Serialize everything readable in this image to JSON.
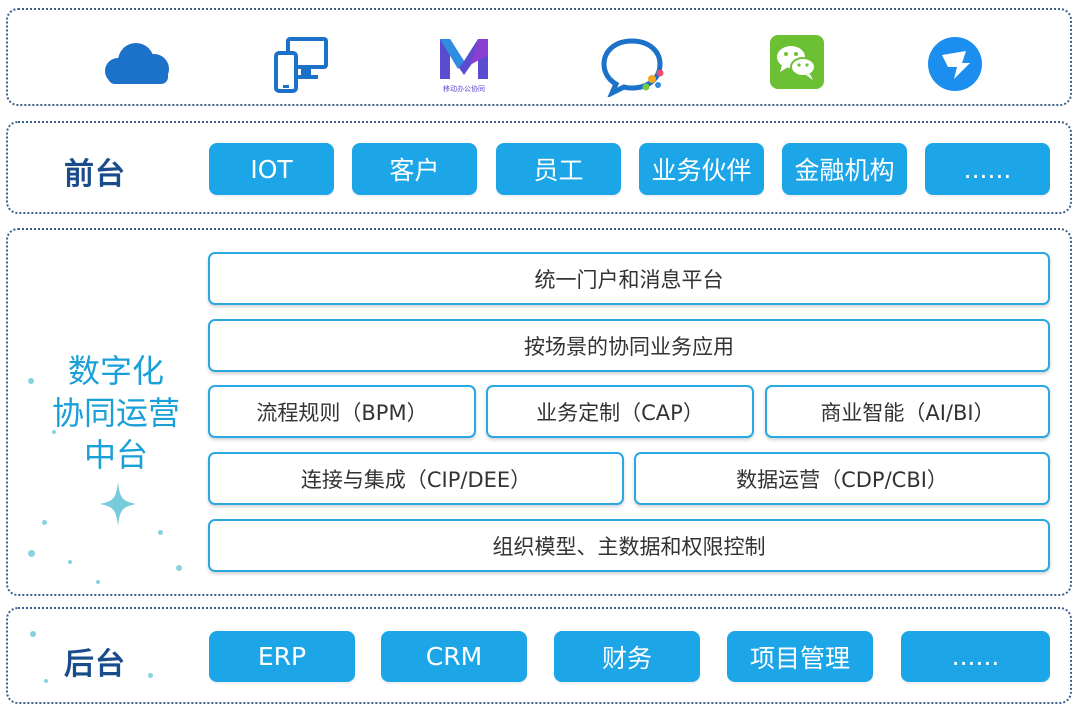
{
  "icons": [
    {
      "name": "cloud-icon",
      "color": "#1b72c8"
    },
    {
      "name": "devices-icon",
      "color": "#1b72c8"
    },
    {
      "name": "m-logo-icon",
      "color": "#5b4bd0",
      "caption": "移动办公协同"
    },
    {
      "name": "chat-bubble-icon",
      "color": "#1b72c8"
    },
    {
      "name": "wechat-icon",
      "color": "#6bc133"
    },
    {
      "name": "dingtalk-icon",
      "color": "#1b8ef0"
    }
  ],
  "front": {
    "title": "前台",
    "items": [
      "IOT",
      "客户",
      "员工",
      "业务伙伴",
      "金融机构",
      "......"
    ]
  },
  "middle": {
    "title_line1": "数字化",
    "title_line2": "协同运营",
    "title_line3": "中台",
    "rows": {
      "r1": "统一门户和消息平台",
      "r2": "按场景的协同业务应用",
      "r3": [
        "流程规则（BPM）",
        "业务定制（CAP）",
        "商业智能（AI/BI）"
      ],
      "r4": [
        "连接与集成（CIP/DEE）",
        "数据运营（CDP/CBI）"
      ],
      "r5": "组织模型、主数据和权限控制"
    }
  },
  "back": {
    "title": "后台",
    "items": [
      "ERP",
      "CRM",
      "财务",
      "项目管理",
      "......"
    ]
  },
  "colors": {
    "accent": "#1ca6e8",
    "title": "#1a4c8c",
    "border": "#2aa8e4"
  }
}
